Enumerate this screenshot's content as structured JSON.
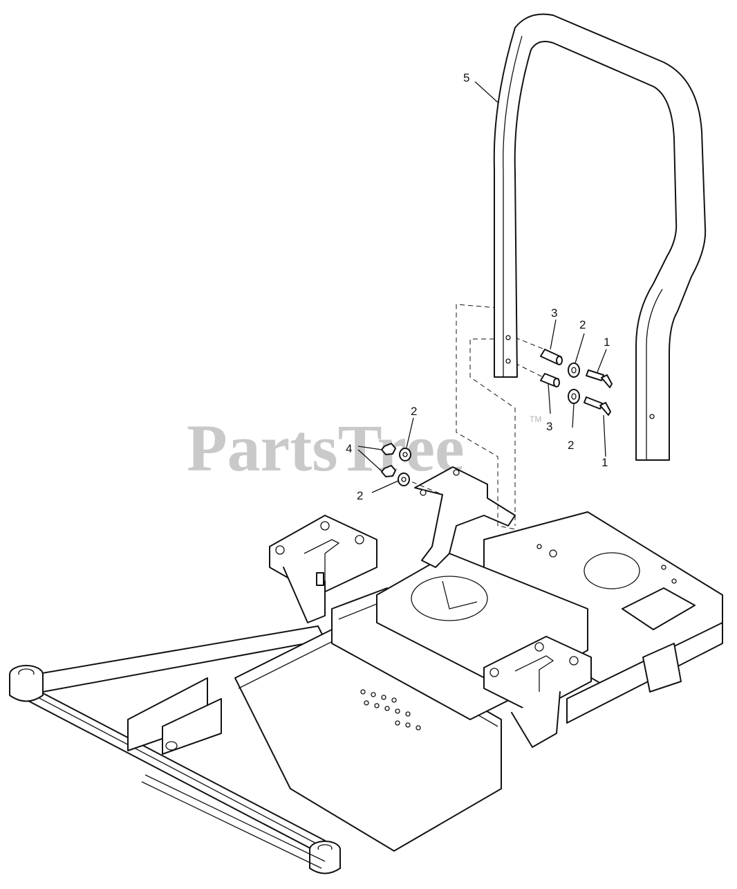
{
  "diagram": {
    "watermark": "PartsTree",
    "watermark_mark": "TM",
    "callouts": [
      {
        "id": "c5",
        "label": "5"
      },
      {
        "id": "c3a",
        "label": "3"
      },
      {
        "id": "c2a",
        "label": "2"
      },
      {
        "id": "c1a",
        "label": "1"
      },
      {
        "id": "c3b",
        "label": "3"
      },
      {
        "id": "c2b",
        "label": "2"
      },
      {
        "id": "c1b",
        "label": "1"
      },
      {
        "id": "c2c",
        "label": "2"
      },
      {
        "id": "c4",
        "label": "4"
      },
      {
        "id": "c2d",
        "label": "2"
      }
    ]
  }
}
